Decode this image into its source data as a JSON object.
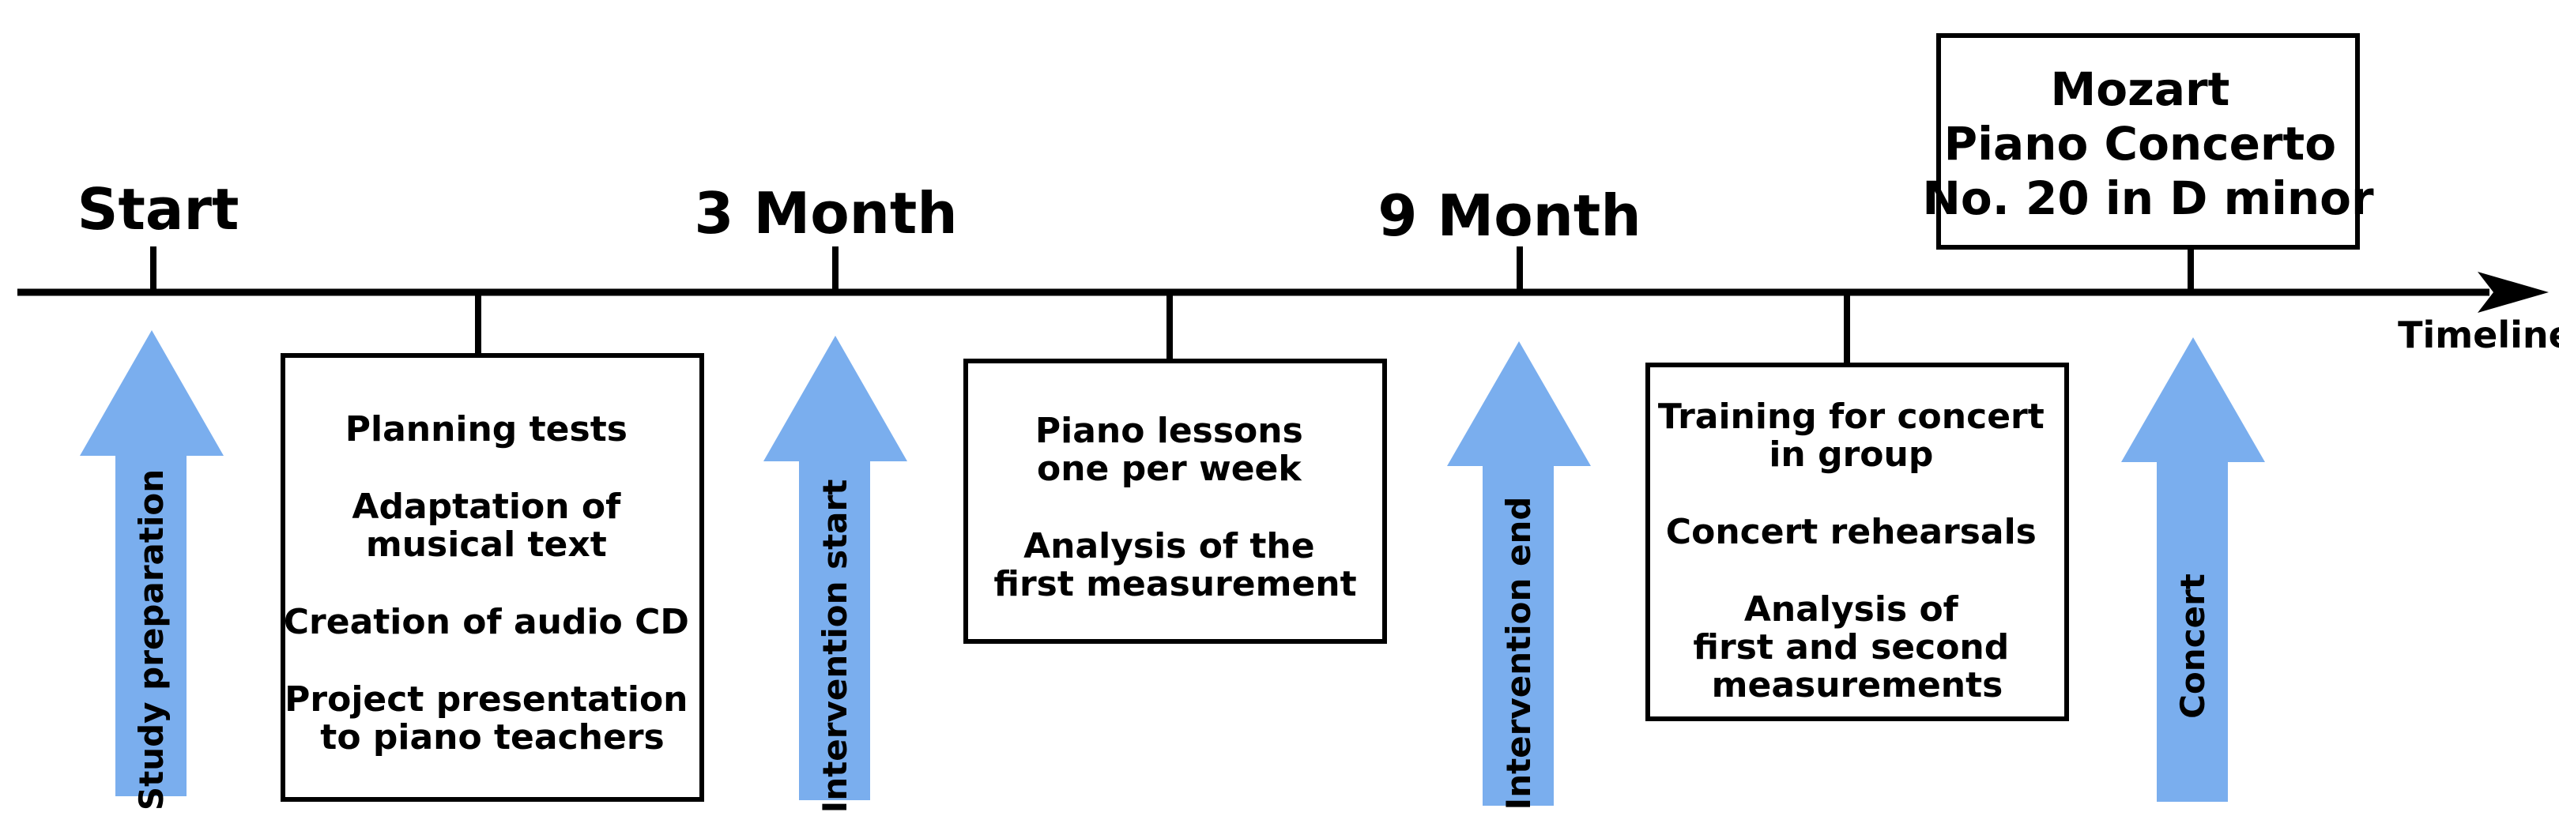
{
  "timeline_label": "Timeline",
  "milestones": [
    {
      "label": "Start"
    },
    {
      "label": "3 Month"
    },
    {
      "label": "9 Month"
    }
  ],
  "phase_arrows": [
    {
      "label": "Study preparation"
    },
    {
      "label": "Intervention start"
    },
    {
      "label": "Intervention end"
    },
    {
      "label": "Concert"
    }
  ],
  "activity_boxes": [
    {
      "lines": [
        "Planning tests",
        "",
        "Adaptation of",
        "musical text",
        "",
        "Creation of audio CD",
        "",
        "Project presentation",
        "to piano teachers"
      ]
    },
    {
      "lines": [
        "Piano lessons",
        "one per week",
        "",
        "Analysis of the",
        "first measurement"
      ]
    },
    {
      "lines": [
        "Training for concert",
        "in group",
        "",
        "Concert rehearsals",
        "",
        "Analysis of",
        "first and second",
        "measurements"
      ]
    }
  ],
  "concert_box": {
    "lines": [
      "Mozart",
      "Piano Concerto",
      "No. 20 in D minor"
    ]
  },
  "colors": {
    "arrow_fill": "#7aaeee",
    "line": "#000000",
    "background": "#ffffff"
  }
}
